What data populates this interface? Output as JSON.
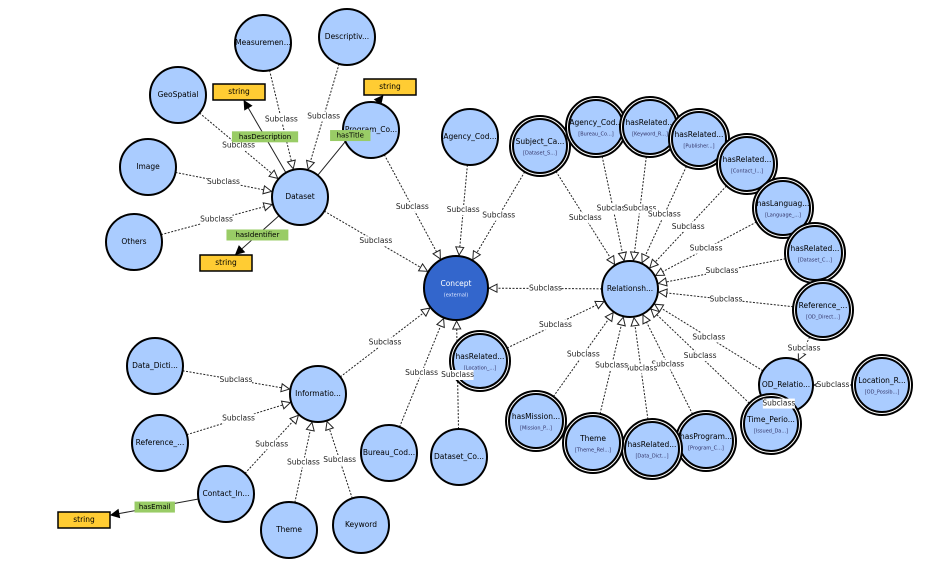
{
  "diagram": {
    "type": "ontology-graph",
    "colors": {
      "class_fill": "#aaccff",
      "concept_fill": "#3366cc",
      "datatype_fill": "#ffcc33",
      "property_label_fill": "#99cc66",
      "stroke": "#000000"
    },
    "nodes": [
      {
        "id": "concept",
        "kind": "concept",
        "label": "Concept",
        "sub": "(external)"
      },
      {
        "id": "dataset",
        "kind": "class",
        "label": "Dataset"
      },
      {
        "id": "information",
        "kind": "class",
        "label": "Informatio..."
      },
      {
        "id": "relationship",
        "kind": "class",
        "label": "Relationsh..."
      },
      {
        "id": "measurement",
        "kind": "class",
        "label": "Measuremen..."
      },
      {
        "id": "descriptive",
        "kind": "class",
        "label": "Descriptiv..."
      },
      {
        "id": "geospatial",
        "kind": "class",
        "label": "GeoSpatial"
      },
      {
        "id": "image",
        "kind": "class",
        "label": "Image"
      },
      {
        "id": "others",
        "kind": "class",
        "label": "Others"
      },
      {
        "id": "program_co",
        "kind": "class",
        "label": "Program_Co..."
      },
      {
        "id": "agency_cod",
        "kind": "class",
        "label": "Agency_Cod..."
      },
      {
        "id": "bureau_cod",
        "kind": "class",
        "label": "Bureau_Cod..."
      },
      {
        "id": "dataset_co",
        "kind": "class",
        "label": "Dataset_Co..."
      },
      {
        "id": "data_dicti",
        "kind": "class",
        "label": "Data_Dicti..."
      },
      {
        "id": "reference_info",
        "kind": "class",
        "label": "Reference_..."
      },
      {
        "id": "contact_in",
        "kind": "class",
        "label": "Contact_In..."
      },
      {
        "id": "theme_info",
        "kind": "class",
        "label": "Theme"
      },
      {
        "id": "keyword",
        "kind": "class",
        "label": "Keyword"
      },
      {
        "id": "od_relatio",
        "kind": "class",
        "label": "OD_Relatio..."
      },
      {
        "id": "subject_ca",
        "kind": "external",
        "label": "Subject_Ca...",
        "sub": "[Dataset_S...]"
      },
      {
        "id": "agency_cod_ext",
        "kind": "external",
        "label": "Agency_Cod...",
        "sub": "[Bureau_Co...]"
      },
      {
        "id": "hasrel_keyword",
        "kind": "external",
        "label": "hasRelated...",
        "sub": "[Keyword_R...]"
      },
      {
        "id": "hasrel_publisher",
        "kind": "external",
        "label": "hasRelated...",
        "sub": "[Publisher...]"
      },
      {
        "id": "hasrel_contact",
        "kind": "external",
        "label": "hasRelated...",
        "sub": "[Contact_I...]"
      },
      {
        "id": "haslanguag",
        "kind": "external",
        "label": "hasLanguag...",
        "sub": "[Language_...]"
      },
      {
        "id": "hasrel_dataset",
        "kind": "external",
        "label": "hasRelated...",
        "sub": "[Dataset_C...]"
      },
      {
        "id": "reference_ext",
        "kind": "external",
        "label": "Reference_...",
        "sub": "[OD_Direct...]"
      },
      {
        "id": "location_r",
        "kind": "external",
        "label": "Location_R...",
        "sub": "[OD_Possib...]"
      },
      {
        "id": "time_perio",
        "kind": "external",
        "label": "Time_Perio...",
        "sub": "[Issued_Da...]"
      },
      {
        "id": "hasprogram",
        "kind": "external",
        "label": "hasProgram...",
        "sub": "[Program_C...]"
      },
      {
        "id": "hasrel_datadict",
        "kind": "external",
        "label": "hasRelated...",
        "sub": "[Data_Dict...]"
      },
      {
        "id": "theme_ext",
        "kind": "external",
        "label": "Theme",
        "sub": "[Theme_Rel...]"
      },
      {
        "id": "hasmission",
        "kind": "external",
        "label": "hasMission...",
        "sub": "[Mission_P...]"
      },
      {
        "id": "hasrel_location",
        "kind": "external",
        "label": "hasRelated...",
        "sub": "[Location_...]"
      }
    ],
    "datatypes": [
      {
        "id": "str_desc",
        "label": "string"
      },
      {
        "id": "str_title",
        "label": "string"
      },
      {
        "id": "str_ident",
        "label": "string"
      },
      {
        "id": "str_email",
        "label": "string"
      }
    ],
    "subclass_edges": [
      {
        "from": "dataset",
        "to": "concept",
        "label": "Subclass"
      },
      {
        "from": "measurement",
        "to": "dataset",
        "label": "Subclass"
      },
      {
        "from": "descriptive",
        "to": "dataset",
        "label": "Subclass"
      },
      {
        "from": "geospatial",
        "to": "dataset",
        "label": "Subclass"
      },
      {
        "from": "image",
        "to": "dataset",
        "label": "Subclass"
      },
      {
        "from": "others",
        "to": "dataset",
        "label": "Subclass"
      },
      {
        "from": "program_co",
        "to": "concept",
        "label": "Subclass"
      },
      {
        "from": "agency_cod",
        "to": "concept",
        "label": "Subclass"
      },
      {
        "from": "subject_ca",
        "to": "concept",
        "label": "Subclass"
      },
      {
        "from": "relationship",
        "to": "concept",
        "label": "Subclass"
      },
      {
        "from": "information",
        "to": "concept",
        "label": "Subclass"
      },
      {
        "from": "bureau_cod",
        "to": "concept",
        "label": "Subclass"
      },
      {
        "from": "dataset_co",
        "to": "concept",
        "label": "Subclass"
      },
      {
        "from": "data_dicti",
        "to": "information",
        "label": "Subclass"
      },
      {
        "from": "reference_info",
        "to": "information",
        "label": "Subclass"
      },
      {
        "from": "contact_in",
        "to": "information",
        "label": "Subclass"
      },
      {
        "from": "theme_info",
        "to": "information",
        "label": "Subclass"
      },
      {
        "from": "keyword",
        "to": "information",
        "label": "Subclass"
      },
      {
        "from": "subject_ca",
        "to": "relationship",
        "label": "Subclass"
      },
      {
        "from": "agency_cod_ext",
        "to": "relationship",
        "label": "Subclass"
      },
      {
        "from": "hasrel_keyword",
        "to": "relationship",
        "label": "Subclass"
      },
      {
        "from": "hasrel_publisher",
        "to": "relationship",
        "label": "Subclass"
      },
      {
        "from": "hasrel_contact",
        "to": "relationship",
        "label": "Subclass"
      },
      {
        "from": "haslanguag",
        "to": "relationship",
        "label": "Subclass"
      },
      {
        "from": "hasrel_dataset",
        "to": "relationship",
        "label": "Subclass"
      },
      {
        "from": "reference_ext",
        "to": "relationship",
        "label": "Subclass"
      },
      {
        "from": "od_relatio",
        "to": "relationship",
        "label": "Subclass"
      },
      {
        "from": "time_perio",
        "to": "relationship",
        "label": "Subclass"
      },
      {
        "from": "hasprogram",
        "to": "relationship",
        "label": "Subclass"
      },
      {
        "from": "hasrel_datadict",
        "to": "relationship",
        "label": "Subclass"
      },
      {
        "from": "theme_ext",
        "to": "relationship",
        "label": "Subclass"
      },
      {
        "from": "hasmission",
        "to": "relationship",
        "label": "Subclass"
      },
      {
        "from": "hasrel_location",
        "to": "relationship",
        "label": "Subclass"
      },
      {
        "from": "reference_ext",
        "to": "od_relatio",
        "label": "Subclass"
      },
      {
        "from": "location_r",
        "to": "od_relatio",
        "label": "Subclass"
      },
      {
        "from": "time_perio",
        "to": "od_relatio",
        "label": "Subclass"
      }
    ],
    "property_edges": [
      {
        "from": "dataset",
        "to": "str_desc",
        "label": "hasDescription"
      },
      {
        "from": "dataset",
        "to": "str_title",
        "label": "hasTitle"
      },
      {
        "from": "dataset",
        "to": "str_ident",
        "label": "hasIdentifier"
      },
      {
        "from": "contact_in",
        "to": "str_email",
        "label": "hasEmail"
      }
    ]
  }
}
